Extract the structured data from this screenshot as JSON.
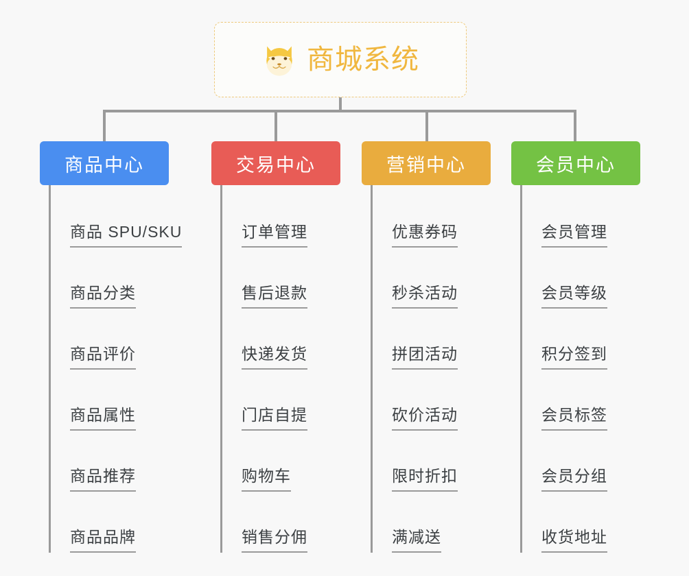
{
  "diagram": {
    "title": "商城系统",
    "logo_icon": "shiba-dog-icon",
    "background_color": "#f8f8f8",
    "connector_color": "#9a9a9a",
    "root": {
      "label": "商城系统",
      "border_color": "#eec97a",
      "text_color": "#f0b73f"
    },
    "categories": [
      {
        "label": "商品中心",
        "color": "#4a8ef0",
        "items": [
          "商品 SPU/SKU",
          "商品分类",
          "商品评价",
          "商品属性",
          "商品推荐",
          "商品品牌"
        ]
      },
      {
        "label": "交易中心",
        "color": "#e85c56",
        "items": [
          "订单管理",
          "售后退款",
          "快递发货",
          "门店自提",
          "购物车",
          "销售分佣"
        ]
      },
      {
        "label": "营销中心",
        "color": "#e9ac3e",
        "items": [
          "优惠券码",
          "秒杀活动",
          "拼团活动",
          "砍价活动",
          "限时折扣",
          "满减送"
        ]
      },
      {
        "label": "会员中心",
        "color": "#74c244",
        "items": [
          "会员管理",
          "会员等级",
          "积分签到",
          "会员标签",
          "会员分组",
          "收货地址"
        ]
      }
    ]
  }
}
